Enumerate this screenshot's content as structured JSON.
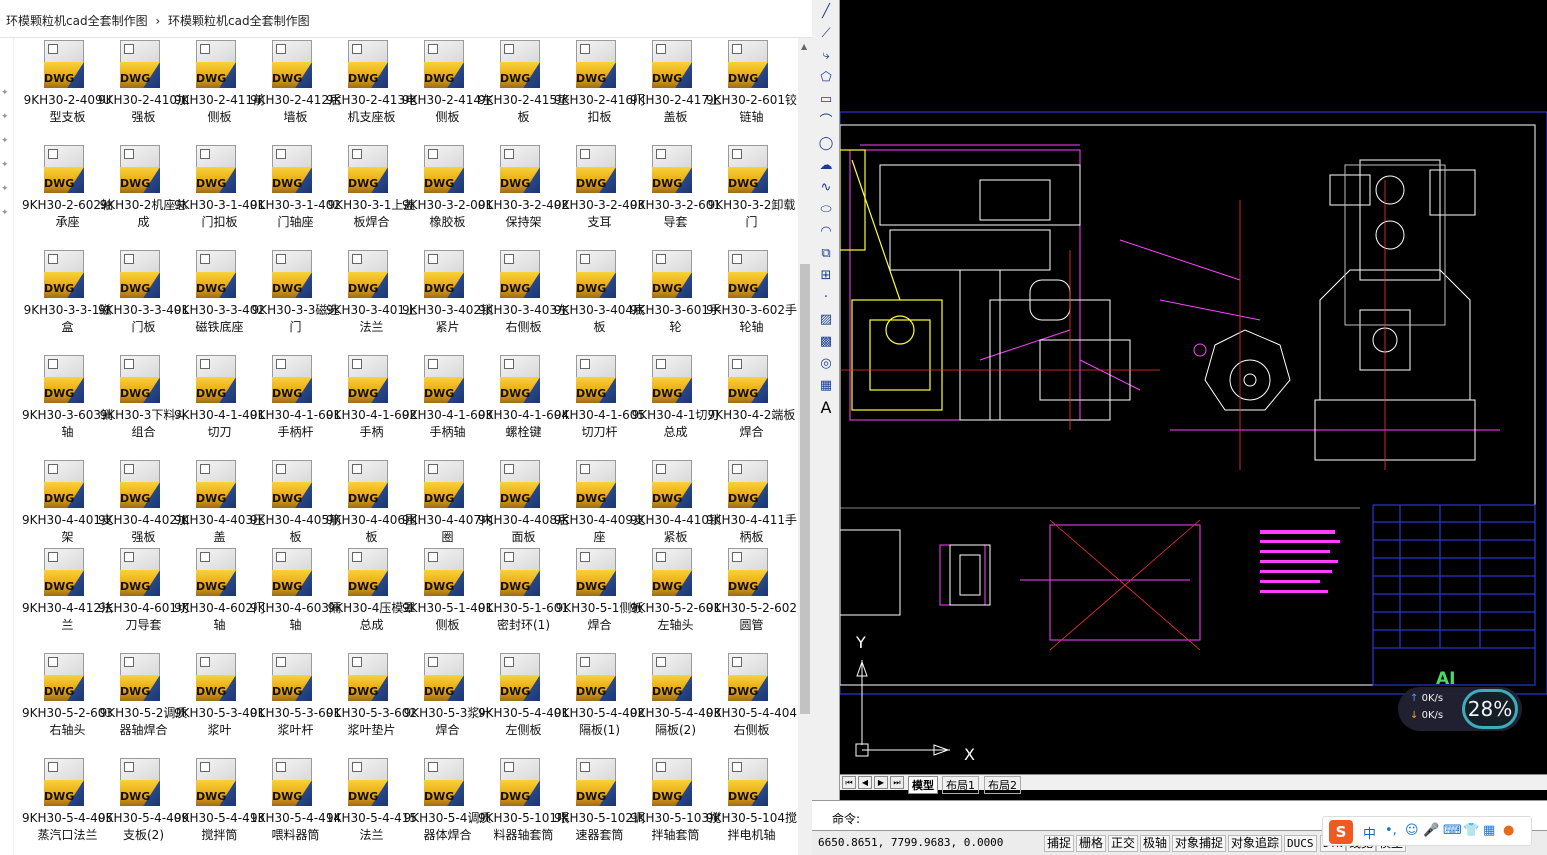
{
  "explorer": {
    "breadcrumb": [
      "环模颗粒机cad全套制作图",
      "环模颗粒机cad全套制作图"
    ],
    "icon_text": "DWG",
    "files": [
      "9KH30-2-409U型支板",
      "9KH30-2-410加强板",
      "9KH30-2-411前侧板",
      "9KH30-2-412后墙板",
      "9KH30-2-413电机支座板",
      "9KH30-2-414左侧板",
      "9KH30-2-415垫板",
      "9KH30-2-416门扣板",
      "9KH30-2-417上盖板",
      "9KH30-2-601铰链轴",
      "9KH30-2-602轴承座",
      "9KH30-2机座总成",
      "9KH30-3-1-401门扣板",
      "9KH30-3-1-402门轴座",
      "9KH30-3-1上盖板焊合",
      "9KH30-3-2-001橡胶板",
      "9KH30-3-2-402保持架",
      "9KH30-3-2-403支耳",
      "9KH30-3-2-601导套",
      "9KH30-3-2卸载门",
      "9KH30-3-3-1磁盒",
      "9KH30-3-3-401门板",
      "9KH30-3-3-402磁铁底座",
      "9KH30-3-3磁选门",
      "9KH30-3-401上法兰",
      "9KH30-3-402锁紧片",
      "9KH30-3-403左右侧板",
      "9KH30-3-404底板",
      "9KH30-3-601手轮",
      "9KH30-3-602手轮轴",
      "9KH30-3-603销轴",
      "9KH30-3下料斗组合",
      "9KH30-4-1-401切刀",
      "9KH30-4-1-601手柄杆",
      "9KH30-4-1-602手柄",
      "9KH30-4-1-603手柄轴",
      "9KH30-4-1-604螺栓键",
      "9KH30-4-1-605切刀杆",
      "9KH30-4-1切刀总成",
      "9KH30-4-2端板焊合",
      "9KH30-4-401支架",
      "9KH30-4-402加强板",
      "9KH30-4-403压盖",
      "9KH30-4-405筋板",
      "9KH30-4-406围板",
      "9KH30-4-407内圈",
      "9KH30-4-408后面板",
      "9KH30-4-409支座",
      "9KH30-4-410锁紧板",
      "9KH30-4-411手柄板",
      "9KH30-4-412法兰",
      "9KH30-4-601切刀导套",
      "9KH30-4-602门轴",
      "9KH30-4-603隔轴",
      "9KH30-4压模罩总成",
      "9KH30-5-1-401侧板",
      "9KH30-5-1-601密封环(1)",
      "9KH30-5-1侧板焊合",
      "9KH30-5-2-601左轴头",
      "9KH30-5-2-602圆管",
      "9KH30-5-2-603右轴头",
      "9KH30-5-2调质器轴焊合",
      "9KH30-5-3-401浆叶",
      "9KH30-5-3-601浆叶杆",
      "9KH30-5-3-602浆叶垫片",
      "9KH30-5-3浆叶焊合",
      "9KH30-5-4-401左侧板",
      "9KH30-5-4-402隔板(1)",
      "9KH30-5-4-403隔板(2)",
      "9KH30-5-4-404右侧板",
      "9KH30-5-4-405蒸汽口法兰",
      "9KH30-5-4-409支板(2)",
      "9KH30-5-4-413搅拌筒",
      "9KH30-5-4-414喂料器筒",
      "9KH30-5-4-415法兰",
      "9KH30-5-4调质器体焊合",
      "9KH30-5-101喂料器轴套筒",
      "9KH30-5-102调速器套筒",
      "9KH30-5-103搅拌轴套筒",
      "9KH30-5-104搅拌电机轴"
    ]
  },
  "cad": {
    "layout_tabs": [
      "模型",
      "布局1",
      "布局2"
    ],
    "command_label": "命令:",
    "coordinates": "6650.8651, 7799.9683, 0.0000",
    "status_buttons": [
      "捕捉",
      "栅格",
      "正交",
      "极轴",
      "对象捕捉",
      "对象追踪",
      "DUCS",
      "DYN",
      "线宽",
      "模型"
    ],
    "axis_y": "Y",
    "axis_x": "X",
    "ai_label": "AI"
  },
  "net_widget": {
    "up": "0K/s",
    "down": "0K/s",
    "percent": "28%"
  },
  "ime": {
    "logo": "S",
    "lang": "中"
  }
}
